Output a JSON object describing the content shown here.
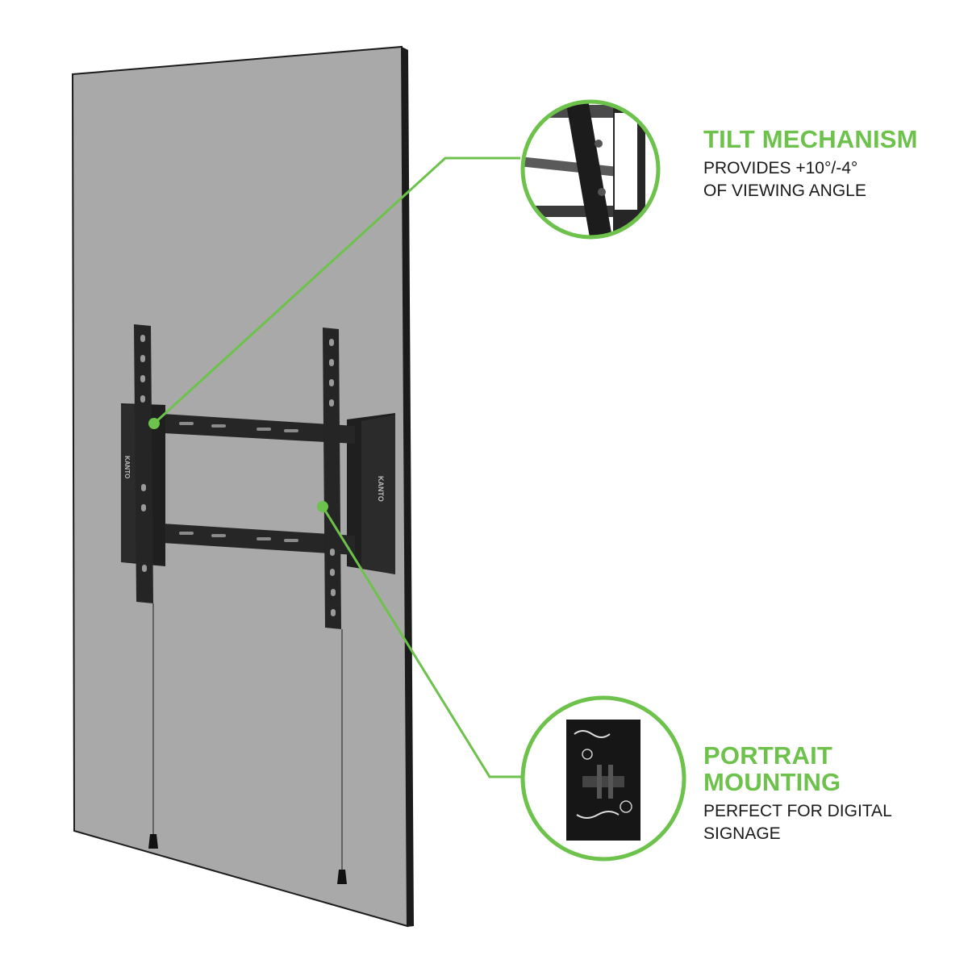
{
  "colors": {
    "accent": "#6cc24a",
    "panel": "#a9a9a9",
    "panel_edge": "#1b1b1b",
    "mount": "#222222",
    "text": "#1a1a1a"
  },
  "brand": {
    "mount_logo_text": "KANTO"
  },
  "features": {
    "tilt": {
      "title": "TILT MECHANISM",
      "desc_line1": "PROVIDES +10°/-4°",
      "desc_line2": "OF VIEWING ANGLE"
    },
    "portrait": {
      "title_line1": "PORTRAIT",
      "title_line2": "MOUNTING",
      "desc_line1": "PERFECT FOR DIGITAL",
      "desc_line2": "SIGNAGE"
    }
  }
}
